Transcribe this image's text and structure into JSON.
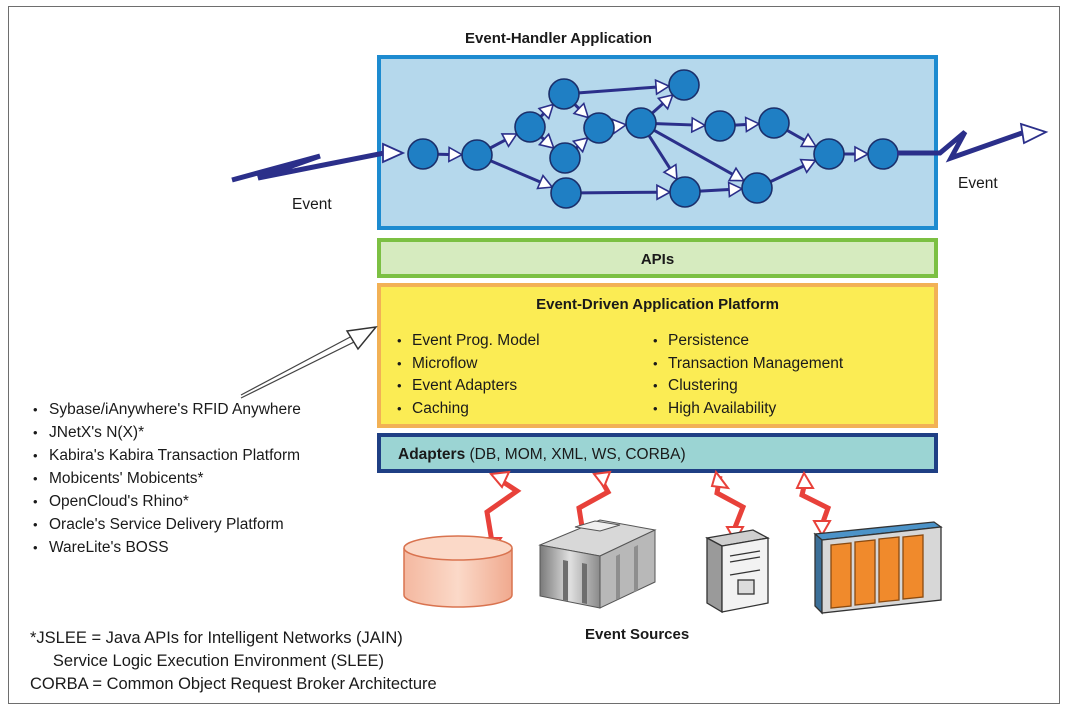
{
  "diagram": {
    "app_title": "Event-Handler Application",
    "event_in_label": "Event",
    "event_out_label": "Event",
    "apis_label": "APIs",
    "platform": {
      "title": "Event-Driven Application Platform",
      "features_left": [
        "Event Prog. Model",
        "Microflow",
        "Event Adapters",
        "Caching"
      ],
      "features_right": [
        "Persistence",
        "Transaction Management",
        "Clustering",
        "High Availability"
      ]
    },
    "adapters": {
      "label": "Adapters",
      "detail": " (DB, MOM, XML, WS, CORBA)"
    },
    "vendors": [
      "Sybase/iAnywhere's RFID Anywhere",
      "JNetX's N(X)*",
      "Kabira's Kabira Transaction Platform",
      "Mobicents' Mobicents*",
      "OpenCloud's Rhino*",
      "Oracle's Service Delivery Platform",
      "WareLite's BOSS"
    ],
    "sources_label": "Event Sources",
    "footnotes": [
      "*JSLEE = Java APIs for Intelligent Networks (JAIN)",
      "     Service Logic Execution Environment (SLEE)",
      "CORBA = Common Object Request Broker Architecture"
    ],
    "colors": {
      "app_fill": "#b5d8ec",
      "app_border": "#1d8bd0",
      "node_fill": "#1f7fc4",
      "edge_color": "#2b2f8a",
      "apis_fill": "#d6ebbf",
      "apis_border": "#7cc043",
      "platform_fill": "#fbec54",
      "platform_border": "#f2b155",
      "adapters_fill": "#9bd4d3",
      "adapters_border": "#1f3f84",
      "link_color": "#e8413a"
    }
  }
}
